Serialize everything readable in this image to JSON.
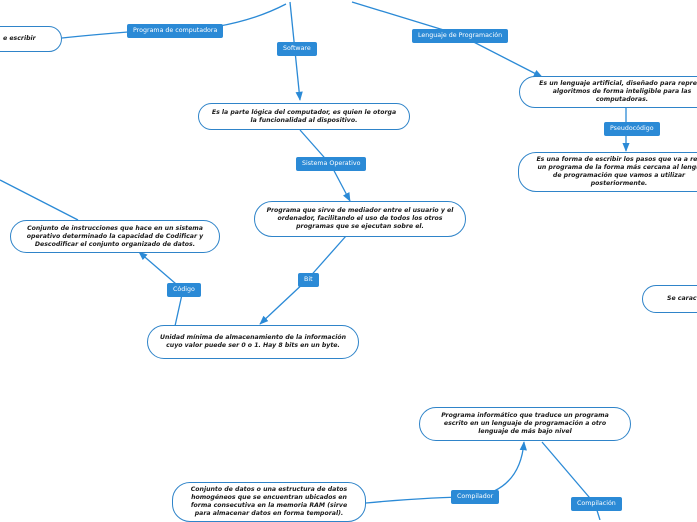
{
  "nodes": {
    "left_partial": "e escribir",
    "software_def": "Es la parte lógica del computador, es quien le otorga la funcionalidad al dispositivo.",
    "lenguaje_def": "Es un lenguaje artificial, diseñado para represe algoritmos de forma inteligible para las computadoras.",
    "pseudocodigo_def": "Es una forma de escribir los pasos que va a rea un programa de la forma más cercana al lengu de programación que vamos a utilizar posteriormente.",
    "so_def": "Programa que sirve de mediador entre el usuario y el ordenador, facilitando el uso de todos los otros programas que se ejecutan sobre el.",
    "codigo_def": "Conjunto de instrucciones que hace en un sistema operativo determinado la capacidad de Codificar y Descodificar el conjunto organizado de datos.",
    "bit_def": "Unidad mínima de almacenamiento de la información cuyo valor puede ser 0 o 1. Hay 8 bits en un byte.",
    "se_caract": "Se caract",
    "compilador_def": "Programa informático que traduce un programa escrito en un lenguaje de programación a otro lenguaje de más bajo nivel",
    "array_def": "Conjunto de datos o una estructura de datos homogéneos que se encuentran ubicados en forma consecutiva en la memoria RAM (sirve para almacenar datos en forma temporal)."
  },
  "tags": {
    "programa": "Programa de computadora",
    "software": "Software",
    "lenguaje": "Lenguaje de Programación",
    "pseudocodigo": "Pseudocódigo",
    "sistema_operativo": "Sistema Operativo",
    "bit": "Bit",
    "codigo": "Código",
    "compilador": "Compilador",
    "compilacion": "Compilación"
  },
  "colors": {
    "line": "#2b8ad6",
    "tag_bg": "#2b8ad6",
    "node_border": "#2f84c9"
  }
}
